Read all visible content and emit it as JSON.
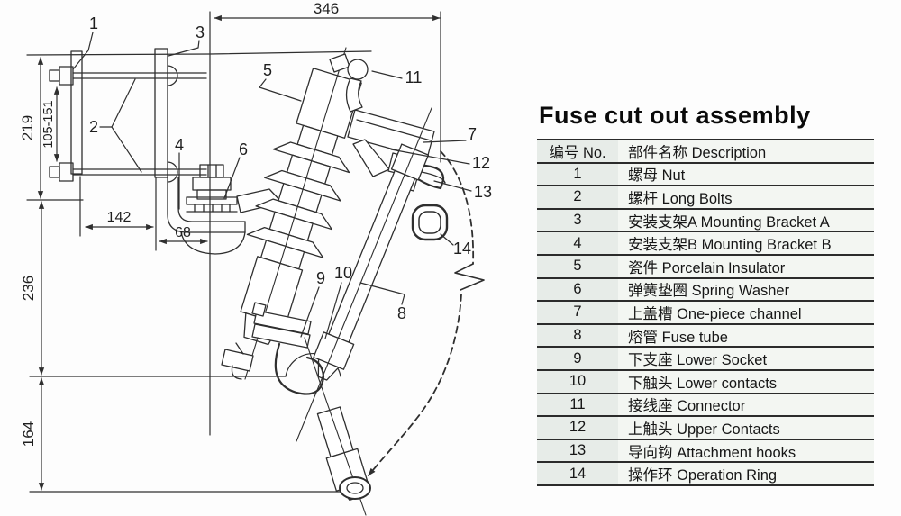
{
  "title": "Fuse cut out assembly",
  "table": {
    "headers": {
      "no": "编号 No.",
      "description": "部件名称 Description"
    },
    "rows": [
      {
        "no": "1",
        "description": "螺母 Nut"
      },
      {
        "no": "2",
        "description": "螺杆 Long Bolts"
      },
      {
        "no": "3",
        "description": "安装支架A Mounting Bracket A"
      },
      {
        "no": "4",
        "description": "安装支架B Mounting Bracket B"
      },
      {
        "no": "5",
        "description": "瓷件 Porcelain Insulator"
      },
      {
        "no": "6",
        "description": "弹簧垫圈 Spring Washer"
      },
      {
        "no": "7",
        "description": "上盖槽 One-piece channel"
      },
      {
        "no": "8",
        "description": "熔管 Fuse tube"
      },
      {
        "no": "9",
        "description": "下支座 Lower Socket"
      },
      {
        "no": "10",
        "description": "下触头 Lower contacts"
      },
      {
        "no": "11",
        "description": "接线座 Connector"
      },
      {
        "no": "12",
        "description": "上触头 Upper Contacts"
      },
      {
        "no": "13",
        "description": "导向钩 Attachment hooks"
      },
      {
        "no": "14",
        "description": "操作环 Operation Ring"
      }
    ]
  },
  "drawing": {
    "dimensions": {
      "overall_width": "346",
      "bracket_height": "219",
      "bolt_hole_range": "105-151",
      "base_width": "142",
      "arm_offset": "68",
      "middle_height": "236",
      "bottom_height": "164"
    },
    "callouts": [
      "1",
      "2",
      "3",
      "4",
      "5",
      "6",
      "7",
      "8",
      "9",
      "10",
      "11",
      "12",
      "13",
      "14"
    ],
    "colors": {
      "background": "#fdfdfd",
      "line": "#2f2f2f",
      "table_rule": "#2b2b2b",
      "table_no_col_bg": "#e7ece8",
      "table_desc_col_bg": "#f3f6f2",
      "text": "#161616"
    }
  }
}
